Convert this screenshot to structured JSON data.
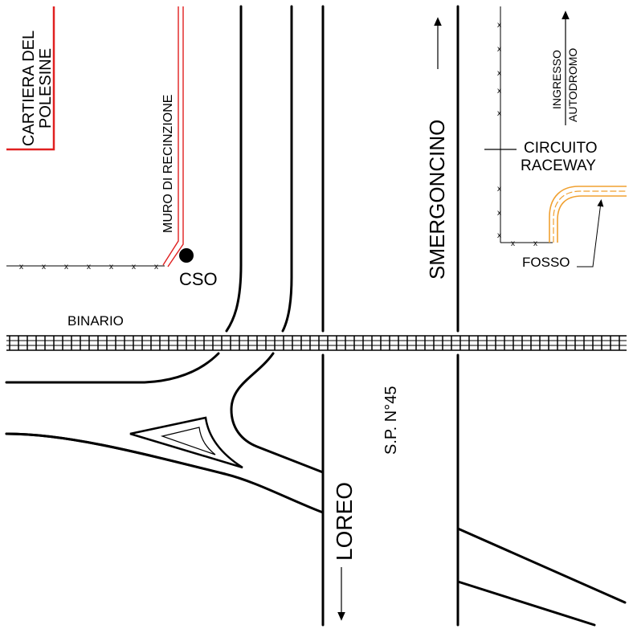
{
  "labels": {
    "cartiera_line1": "CARTIERA DEL",
    "cartiera_line2": "POLESINE",
    "muro": "MURO DI RECINZIONE",
    "cso": "CSO",
    "binario": "BINARIO",
    "smergoncino": "SMERGONCINO",
    "sp45": "S.P. N°45",
    "loreo": "LOREO",
    "circuito_line1": "CIRCUITO",
    "circuito_line2": "RACEWAY",
    "ingresso_line1": "INGRESSO",
    "ingresso_line2": "AUTODROMO",
    "fosso": "FOSSO"
  },
  "colors": {
    "road": "#000000",
    "wall": "#e02020",
    "ditch": "#f0a030",
    "background": "#ffffff"
  },
  "icons": {
    "cso_marker": "filled-circle",
    "direction": "arrow"
  }
}
